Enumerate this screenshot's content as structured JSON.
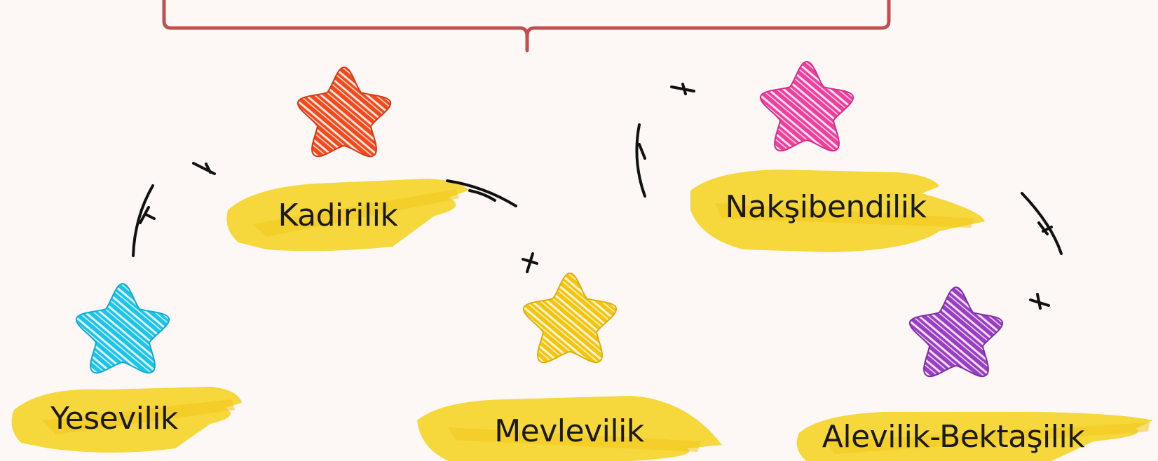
{
  "nodes": [
    {
      "id": "yesevilik",
      "label": "Yesevilik",
      "star_color": "#1fc3e8"
    },
    {
      "id": "kadirilik",
      "label": "Kadirilik",
      "star_color": "#f14a1c"
    },
    {
      "id": "mevlevilik",
      "label": "Mevlevilik",
      "star_color": "#f5c40f"
    },
    {
      "id": "naksibendilik",
      "label": "Nakşibendilik",
      "star_color": "#ee3f9c"
    },
    {
      "id": "alevilik",
      "label": "Alevilik-Bektaşilik",
      "star_color": "#9a3ec4"
    }
  ],
  "colors": {
    "background": "#fdf8f6",
    "bracket": "#c0504d",
    "brush": "#f6d531",
    "arrow": "#111111"
  }
}
